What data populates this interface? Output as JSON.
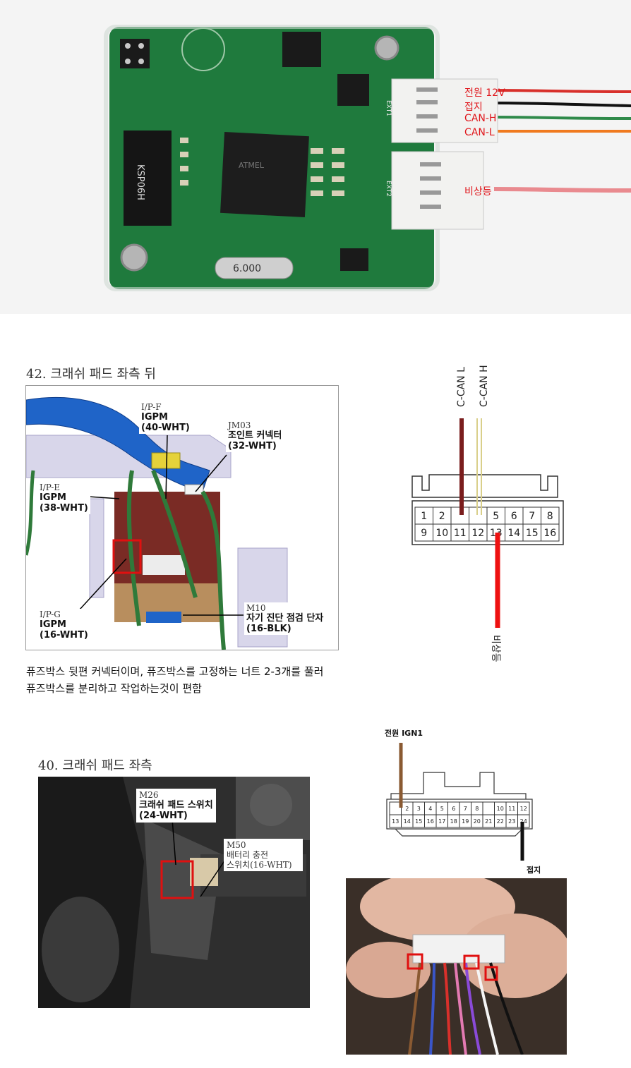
{
  "pcb": {
    "wire_labels": [
      "전원 12V",
      "접지",
      "CAN-H",
      "CAN-L",
      "비상등"
    ],
    "chip_marks": [
      "KSP06H",
      "ATMEL",
      "6.000"
    ],
    "connector_marks": [
      "EXT1",
      "EXT2"
    ],
    "colors": {
      "board": "#1f7a3d",
      "wire_red": "#d8302b",
      "wire_black": "#111111",
      "wire_green": "#2f8a4a",
      "wire_orange": "#f07a1f",
      "wire_pink": "#e98a8f"
    }
  },
  "section42": {
    "title": "42. 크래쉬 패드 좌측 뒤",
    "callouts": [
      {
        "code": "I/P-F",
        "name": "IGPM",
        "spec": "(40-WHT)"
      },
      {
        "code": "JM03",
        "name": "조인트 커넥터",
        "spec": "(32-WHT)"
      },
      {
        "code": "I/P-E",
        "name": "IGPM",
        "spec": "(38-WHT)"
      },
      {
        "code": "I/P-G",
        "name": "IGPM",
        "spec": "(16-WHT)"
      },
      {
        "code": "M10",
        "name": "자기 진단 점검 단자",
        "spec": "(16-BLK)"
      }
    ],
    "note_lines": [
      "퓨즈박스 뒷편 커넥터이며, 퓨즈박스를 고정하는 너트 2-3개를 풀러",
      "퓨즈박스를 분리하고 작업하는것이 편함"
    ]
  },
  "connector16": {
    "top_label_left": "C-CAN L",
    "top_label_right": "C-CAN H",
    "bottom_label": "비상등",
    "top_row": [
      "8",
      "7",
      "6",
      "5",
      "",
      "",
      "2",
      "1"
    ],
    "bottom_row": [
      "16",
      "15",
      "14",
      "13",
      "12",
      "11",
      "10",
      "9"
    ]
  },
  "section40": {
    "title": "40. 크래쉬 패드 좌측",
    "callouts": [
      {
        "code": "M26",
        "name": "크래쉬 패드 스위치",
        "spec": "(24-WHT)"
      },
      {
        "code": "M50",
        "name": "배터리 충전",
        "spec": "스위치(16-WHT)"
      }
    ]
  },
  "connector24": {
    "top_label": "전원 IGN1",
    "bottom_label": "접지",
    "top_row": [
      "12",
      "11",
      "10",
      "",
      "8",
      "7",
      "6",
      "5",
      "4",
      "3",
      "2",
      ""
    ],
    "bottom_row": [
      "24",
      "23",
      "22",
      "21",
      "20",
      "19",
      "18",
      "17",
      "16",
      "15",
      "14",
      "13"
    ]
  }
}
